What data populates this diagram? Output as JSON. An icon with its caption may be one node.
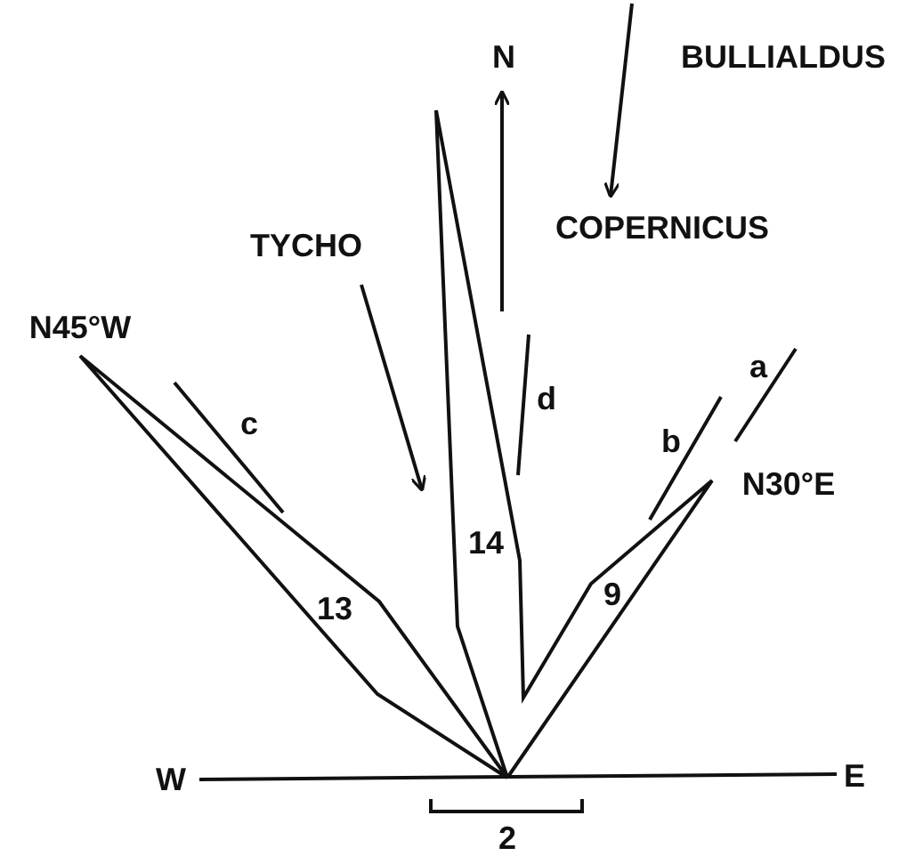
{
  "diagram": {
    "labels": [
      "N",
      "BULLIALDUS",
      "COPERNICUS",
      "TYCHO",
      "N45°W",
      "c",
      "d",
      "b",
      "a",
      "N30°E",
      "13",
      "14",
      "9",
      "W",
      "E",
      "2"
    ]
  }
}
